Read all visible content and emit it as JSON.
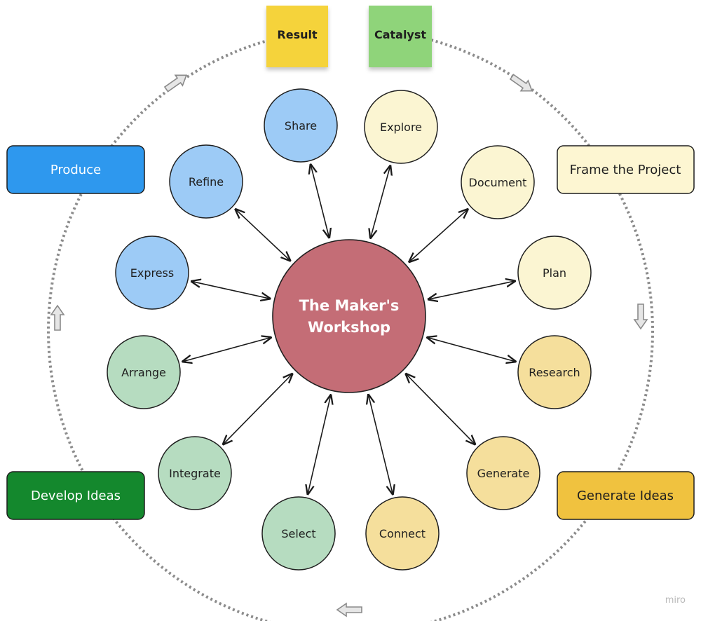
{
  "center": {
    "line1": "The Maker's",
    "line2": "Workshop",
    "color": "#c46d76"
  },
  "sticky_notes": [
    {
      "label": "Result",
      "color": "#f5d33a"
    },
    {
      "label": "Catalyst",
      "color": "#8fd47a"
    }
  ],
  "phases": [
    {
      "label": "Frame the Project",
      "fill": "#fdf6d2",
      "text": "#1f1f1f"
    },
    {
      "label": "Generate Ideas",
      "fill": "#f0c23f",
      "text": "#1f1f1f"
    },
    {
      "label": "Develop Ideas",
      "fill": "#14882d",
      "text": "#ffffff"
    },
    {
      "label": "Produce",
      "fill": "#2e98ee",
      "text": "#ffffff"
    }
  ],
  "steps": [
    {
      "label": "Share",
      "fill": "#9dcbf6"
    },
    {
      "label": "Explore",
      "fill": "#fbf5d2"
    },
    {
      "label": "Document",
      "fill": "#fbf5d2"
    },
    {
      "label": "Plan",
      "fill": "#fbf5d2"
    },
    {
      "label": "Research",
      "fill": "#f5df9c"
    },
    {
      "label": "Generate",
      "fill": "#f5df9c"
    },
    {
      "label": "Connect",
      "fill": "#f5df9c"
    },
    {
      "label": "Select",
      "fill": "#b6dcc0"
    },
    {
      "label": "Integrate",
      "fill": "#b6dcc0"
    },
    {
      "label": "Arrange",
      "fill": "#b6dcc0"
    },
    {
      "label": "Express",
      "fill": "#9dcbf6"
    },
    {
      "label": "Refine",
      "fill": "#9dcbf6"
    }
  ],
  "watermark": "miro"
}
